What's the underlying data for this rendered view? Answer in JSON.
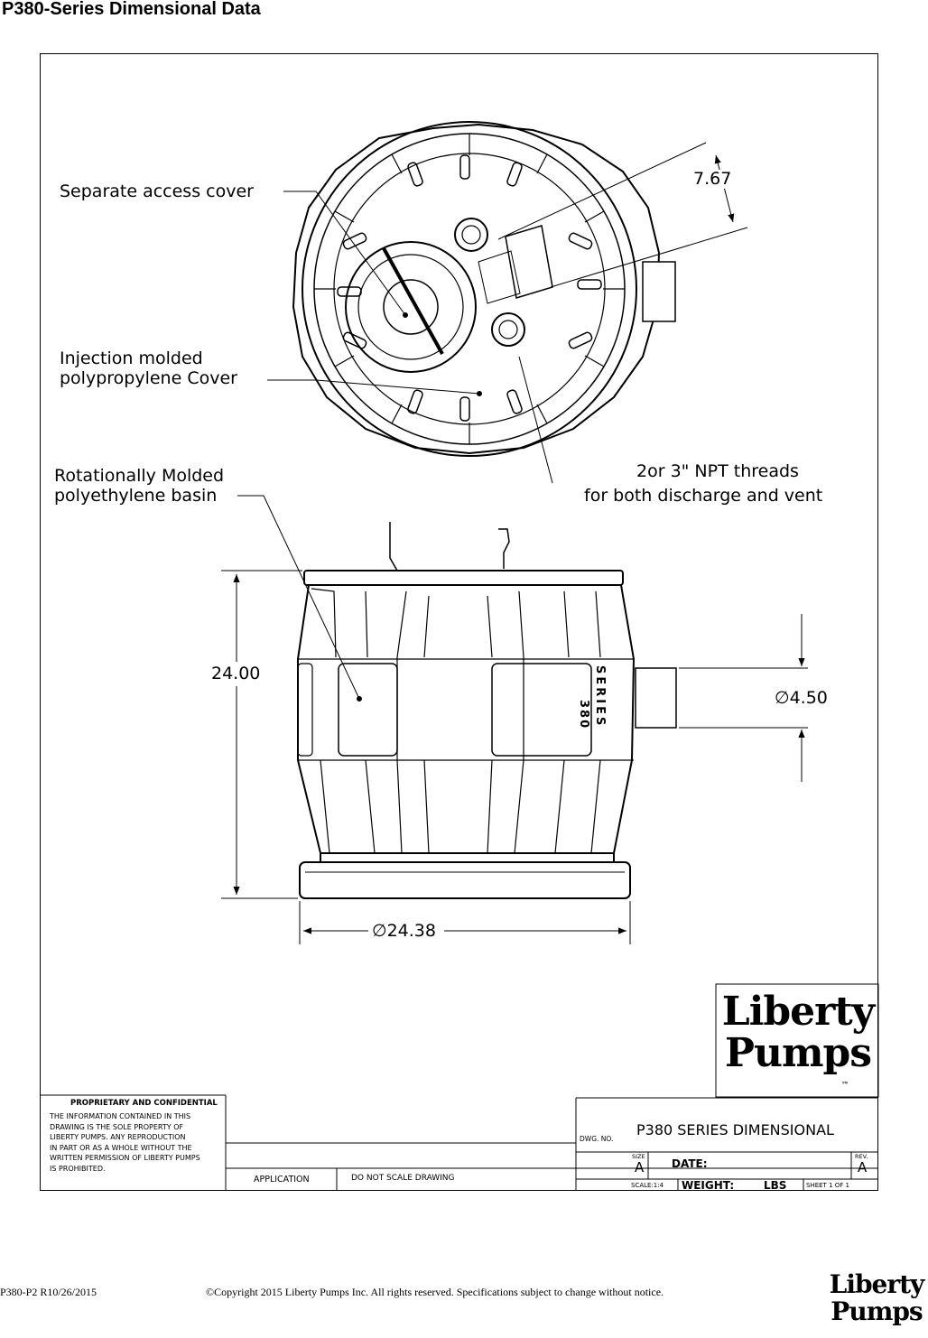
{
  "page_title": "P380-Series Dimensional Data",
  "callouts": {
    "access_cover": "Separate access cover",
    "cover_line1": "Injection molded",
    "cover_line2": "polypropylene Cover",
    "basin_line1": "Rotationally Molded",
    "basin_line2": "polyethylene basin",
    "threads_line1": "2or 3\" NPT threads",
    "threads_line2": "for both discharge and vent"
  },
  "dimensions": {
    "offset": "7.67",
    "height": "24.00",
    "hub_diameter": "4.50",
    "base_diameter": "24.38",
    "diameter_symbol": "∅"
  },
  "basin_marking": {
    "model": "380",
    "word": "SERIES"
  },
  "title_block": {
    "proprietary_heading": "PROPRIETARY AND CONFIDENTIAL",
    "proprietary_lines": [
      "THE INFORMATION CONTAINED IN THIS",
      "DRAWING IS THE SOLE PROPERTY OF",
      "LIBERTY PUMPS.  ANY REPRODUCTION",
      "IN PART OR AS A WHOLE WITHOUT THE",
      "WRITTEN PERMISSION OF LIBERTY PUMPS",
      "IS PROHIBITED."
    ],
    "application_label": "APPLICATION",
    "do_not_scale": "DO  NOT  SCALE  DRAWING",
    "dwg_no_label": "DWG.  NO.",
    "dwg_title": "P380 SERIES DIMENSIONAL",
    "size_label": "SIZE",
    "size_value": "A",
    "date_label": "DATE:",
    "rev_label": "REV.",
    "rev_value": "A",
    "scale_label": "SCALE:1:4",
    "weight_label": "WEIGHT:",
    "weight_unit": "LBS",
    "sheet_label": "SHEET 1 OF 1"
  },
  "logo": {
    "line1": "Liberty",
    "line2": "Pumps",
    "tm": "™"
  },
  "footer": {
    "doc_code": "P380-P2 R10/26/2015",
    "copyright": "©Copyright 2015 Liberty Pumps Inc.     All rights reserved.  Specifications subject to change without notice."
  }
}
